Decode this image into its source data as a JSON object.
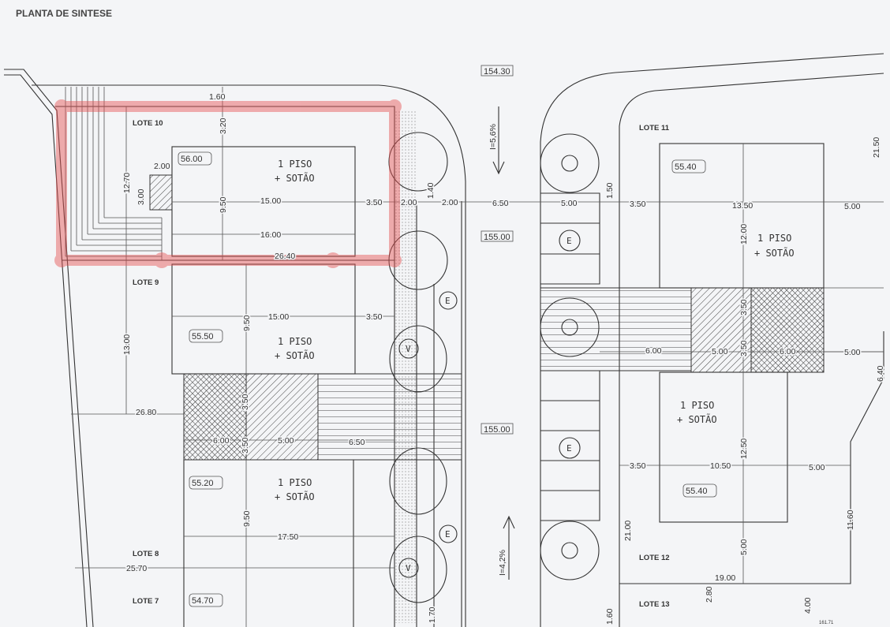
{
  "title": "PLANTA DE SINTESE",
  "highlight_color": "#e65050",
  "lots": [
    "LOTE 10",
    "LOTE 9",
    "LOTE 8",
    "LOTE 7",
    "LOTE 11",
    "LOTE 12",
    "LOTE 13"
  ],
  "buildings": {
    "line1": "1 PISO",
    "line2": "+ SOTÃO"
  },
  "elevations": [
    "154.30",
    "155.00",
    "155.00",
    "56.00",
    "55.50",
    "55.20",
    "54.70",
    "55.40",
    "55.40",
    "161.71"
  ],
  "slopes": [
    "I=5,6%",
    "I=4,2%"
  ],
  "markers": {
    "e": "E",
    "v": "V"
  },
  "dims": [
    "1.60",
    "3.20",
    "12.70",
    "2.00",
    "3.00",
    "9.50",
    "15.00",
    "3.50",
    "2.00",
    "1.40",
    "2.00",
    "16.00",
    "26.40",
    "13.00",
    "9.50",
    "15.00",
    "3.50",
    "26.80",
    "3.50",
    "3.50",
    "6.00",
    "5.00",
    "6.50",
    "9.50",
    "17.50",
    "25.70",
    "1.70",
    "6.50",
    "5.00",
    "1.50",
    "3.50",
    "13.50",
    "5.00",
    "21.50",
    "12.00",
    "3.50",
    "3.50",
    "6.00",
    "5.00",
    "6.00",
    "5.00",
    "6.40",
    "12.50",
    "3.50",
    "10.50",
    "5.00",
    "11.60",
    "21.00",
    "5.00",
    "19.00",
    "2.80",
    "4.00",
    "1.60"
  ]
}
